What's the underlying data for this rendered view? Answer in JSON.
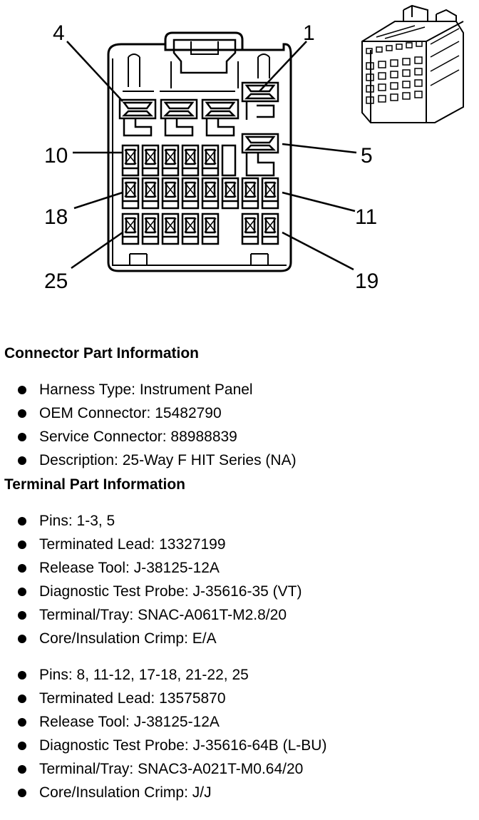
{
  "diagram": {
    "pin_labels": {
      "p4": "4",
      "p1": "1",
      "p10": "10",
      "p5": "5",
      "p18": "18",
      "p11": "11",
      "p25": "25",
      "p19": "19"
    },
    "icons": [
      "connector-face-view",
      "connector-3d-view"
    ]
  },
  "connector_info": {
    "title": "Connector Part Information",
    "items": [
      "Harness Type: Instrument Panel",
      "OEM Connector: 15482790",
      "Service Connector: 88988839",
      "Description: 25-Way F HIT Series (NA)"
    ]
  },
  "terminal_info": {
    "title": "Terminal Part Information",
    "groups": [
      [
        "Pins: 1-3, 5",
        "Terminated Lead: 13327199",
        "Release Tool: J-38125-12A",
        "Diagnostic Test Probe: J-35616-35 (VT)",
        "Terminal/Tray: SNAC-A061T-M2.8/20",
        "Core/Insulation Crimp: E/A"
      ],
      [
        "Pins: 8, 11-12, 17-18, 21-22, 25",
        "Terminated Lead: 13575870",
        "Release Tool: J-38125-12A",
        "Diagnostic Test Probe: J-35616-64B (L-BU)",
        "Terminal/Tray: SNAC3-A021T-M0.64/20",
        "Core/Insulation Crimp: J/J"
      ]
    ]
  }
}
